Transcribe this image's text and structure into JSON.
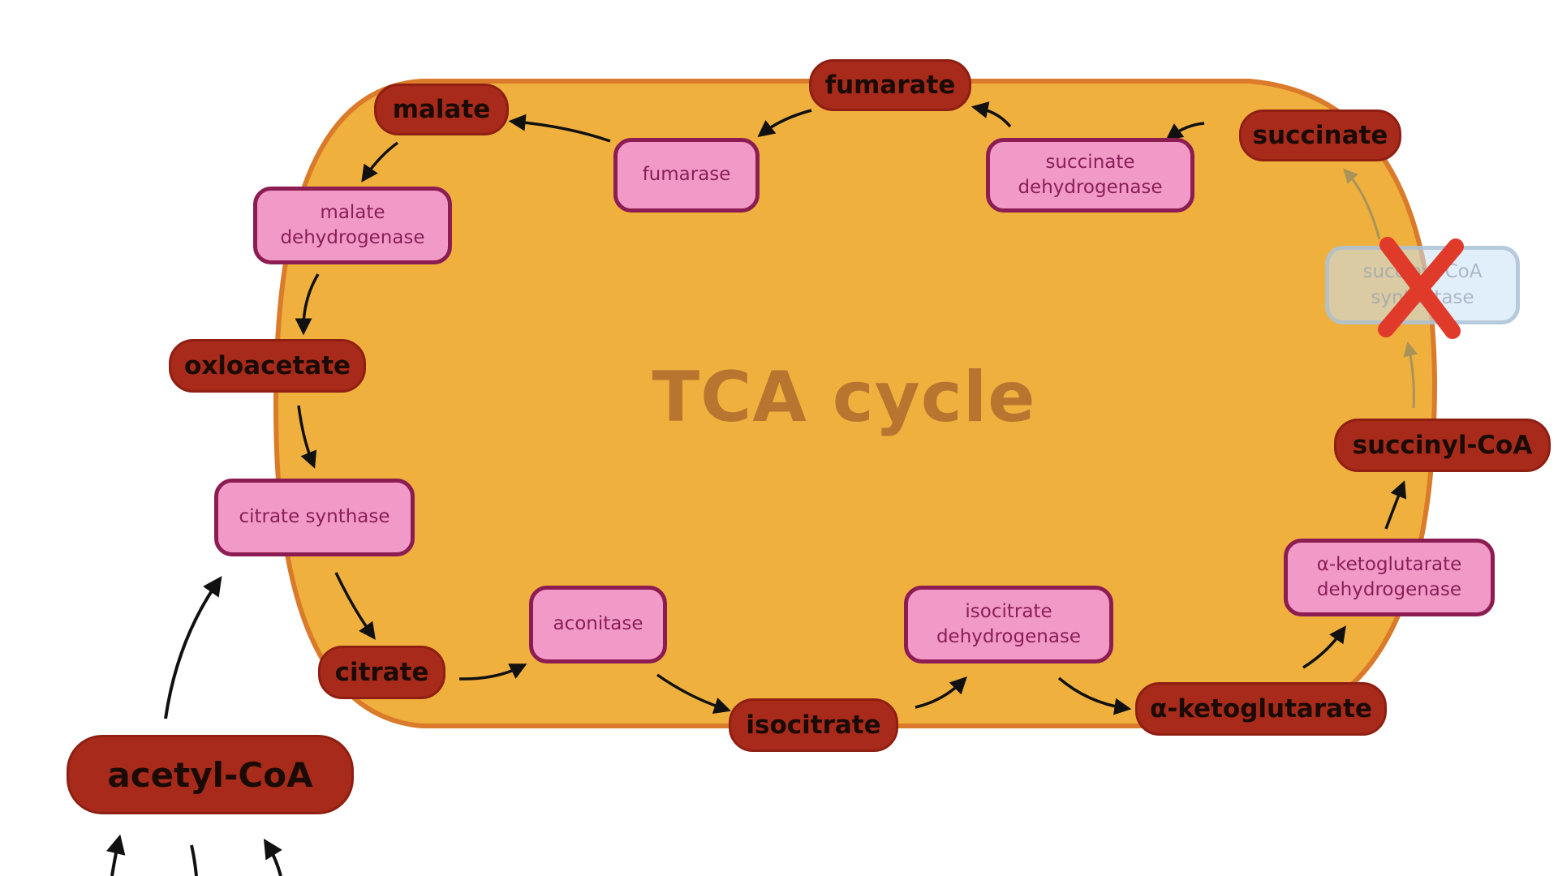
{
  "diagram": {
    "title": "TCA cycle",
    "colors": {
      "cycle_fill": "#f0b03e",
      "cycle_border": "#d97b2a",
      "metabolite_fill": "#a82a1a",
      "enzyme_fill": "#f29ac7",
      "enzyme_border": "#8c1d52",
      "block_mark": "#e03a2a"
    },
    "metabolites": {
      "fumarate": "fumarate",
      "malate": "malate",
      "succinate": "succinate",
      "oxaloacetate": "oxloacetate",
      "succinyl_coa": "succinyl-CoA",
      "citrate": "citrate",
      "isocitrate": "isocitrate",
      "alpha_ketoglutarate": "α-ketoglutarate",
      "acetyl_coa": "acetyl-CoA"
    },
    "enzymes": {
      "fumarase": [
        "fumarase"
      ],
      "succinate_dehydrogenase": [
        "succinate",
        "dehydrogenase"
      ],
      "malate_dehydrogenase": [
        "malate",
        "dehydrogenase"
      ],
      "succinyl_coa_synthetase": [
        "succinyl-CoA",
        "synthetase"
      ],
      "citrate_synthase": [
        "citrate synthase"
      ],
      "alpha_kg_dehydrogenase": [
        "α-ketoglutarate",
        "dehydrogenase"
      ],
      "aconitase": [
        "aconitase"
      ],
      "isocitrate_dehydrogenase": [
        "isocitrate",
        "dehydrogenase"
      ]
    },
    "blocked_enzyme": "succinyl_coa_synthetase",
    "blocked_icon": "red-x-icon"
  }
}
